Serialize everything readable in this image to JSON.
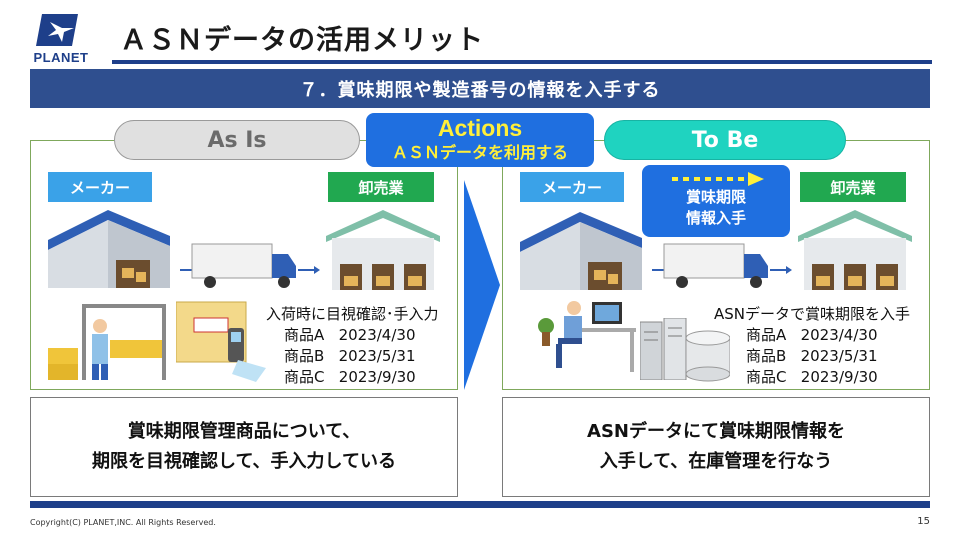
{
  "header": {
    "logo_text": "PLANET",
    "title": "ＡＳＮデータの活用メリット"
  },
  "banner": "７．賞味期限や製造番号の情報を入手する",
  "labels": {
    "as_is": "As Is",
    "to_be": "To Be",
    "actions_title": "Actions",
    "actions_sub": "ＡＳＮデータを利用する"
  },
  "left_panel": {
    "maker": "メーカー",
    "wholesale": "卸売業",
    "caption": "入荷時に目視確認･手入力",
    "items": [
      {
        "product": "商品A",
        "date": "2023/4/30"
      },
      {
        "product": "商品B",
        "date": "2023/5/31"
      },
      {
        "product": "商品C",
        "date": "2023/9/30"
      }
    ]
  },
  "right_panel": {
    "maker": "メーカー",
    "wholesale": "卸売業",
    "expiry_line1": "賞味期限",
    "expiry_line2": "情報入手",
    "caption": "ASNデータで賞味期限を入手",
    "items": [
      {
        "product": "商品A",
        "date": "2023/4/30"
      },
      {
        "product": "商品B",
        "date": "2023/5/31"
      },
      {
        "product": "商品C",
        "date": "2023/9/30"
      }
    ]
  },
  "bottom_left": {
    "line1": "賞味期限管理商品について、",
    "line2": "期限を目視確認して、手入力している"
  },
  "bottom_right": {
    "line1": "ASNデータにて賞味期限情報を",
    "line2": "入手して、在庫管理を行なう"
  },
  "footer": {
    "copyright": "Copyright(C) PLANET,INC. All Rights Reserved.",
    "page": "15"
  },
  "colors": {
    "navy": "#1e3f8a",
    "banner": "#2f4f8f",
    "actions_blue": "#1f6fe0",
    "actions_text": "#ffef3a",
    "to_be": "#1fd3c0",
    "maker_tag": "#3aa2e8",
    "wholesale_tag": "#21a850",
    "panel_border": "#7fa85c"
  },
  "icons": [
    "planet-logo-icon",
    "warehouse-icon",
    "truck-icon",
    "distribution-center-icon",
    "worker-icon",
    "scanner-icon",
    "office-worker-icon",
    "server-icon",
    "database-icon",
    "dotted-arrow-icon",
    "big-right-arrow-icon"
  ]
}
